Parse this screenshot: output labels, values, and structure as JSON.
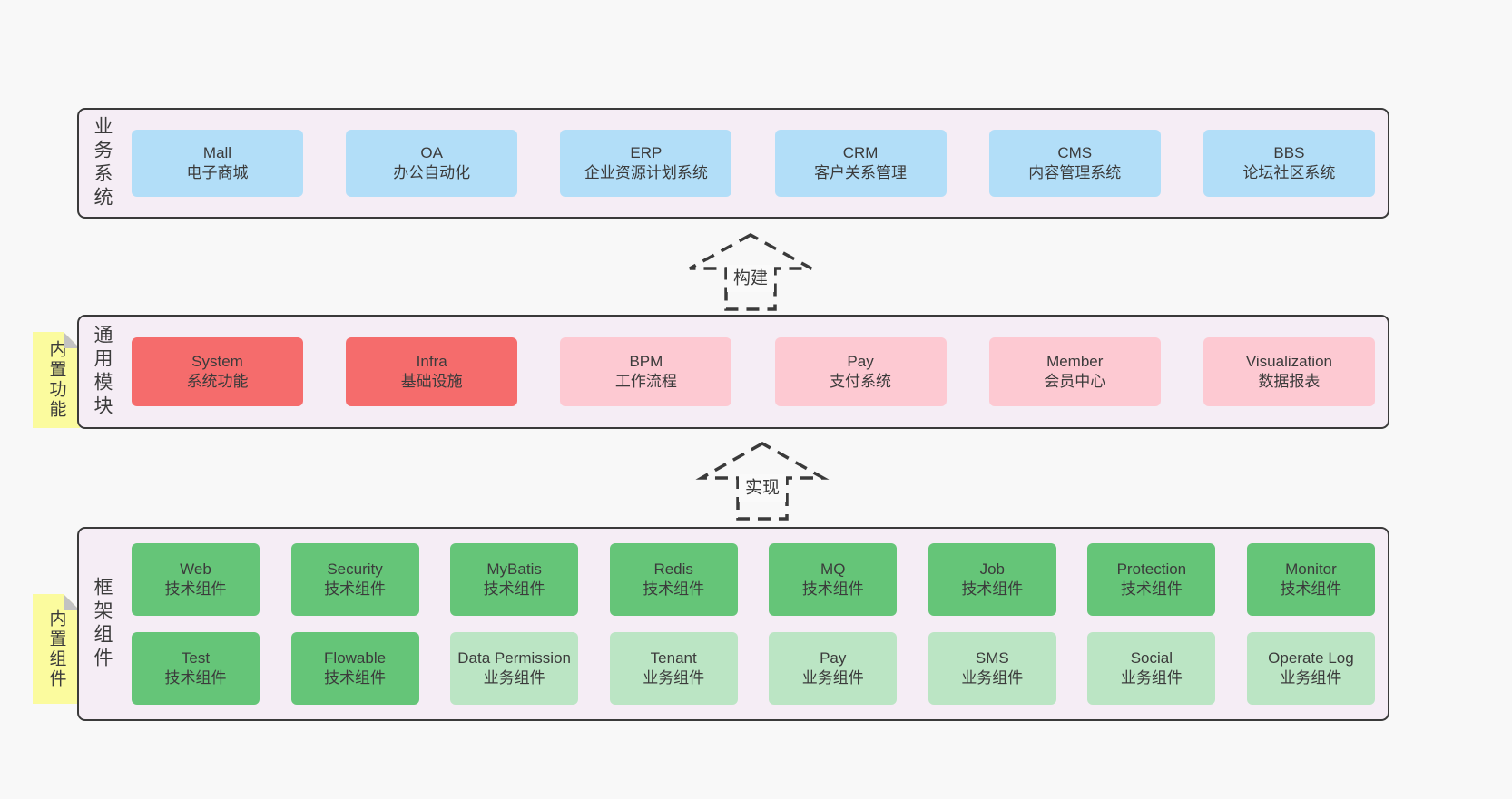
{
  "colors": {
    "background": "#f8f8f8",
    "panel_bg": "#f5edf5",
    "panel_border": "#3a3a3a",
    "blue_box": "#b2def8",
    "red_box": "#f56c6c",
    "pink_box": "#fdc9d2",
    "green_box": "#65c578",
    "light_green_box": "#bbe5c4",
    "sticky_yellow": "#fbfb9e",
    "fold_gray": "#c2c2c2",
    "text": "#3b3b3b"
  },
  "layers": [
    {
      "label": "业务系统",
      "items": [
        {
          "en": "Mall",
          "zh": "电子商城",
          "type": "blue"
        },
        {
          "en": "OA",
          "zh": "办公自动化",
          "type": "blue"
        },
        {
          "en": "ERP",
          "zh": "企业资源计划系统",
          "type": "blue"
        },
        {
          "en": "CRM",
          "zh": "客户关系管理",
          "type": "blue"
        },
        {
          "en": "CMS",
          "zh": "内容管理系统",
          "type": "blue"
        },
        {
          "en": "BBS",
          "zh": "论坛社区系统",
          "type": "blue"
        }
      ]
    },
    {
      "label": "通用模块",
      "sticky": "内置功能",
      "items": [
        {
          "en": "System",
          "zh": "系统功能",
          "type": "red"
        },
        {
          "en": "Infra",
          "zh": "基础设施",
          "type": "red"
        },
        {
          "en": "BPM",
          "zh": "工作流程",
          "type": "pink"
        },
        {
          "en": "Pay",
          "zh": "支付系统",
          "type": "pink"
        },
        {
          "en": "Member",
          "zh": "会员中心",
          "type": "pink"
        },
        {
          "en": "Visualization",
          "zh": "数据报表",
          "type": "pink"
        }
      ]
    },
    {
      "label": "框架组件",
      "sticky": "内置组件",
      "rows": [
        [
          {
            "en": "Web",
            "zh": "技术组件",
            "type": "green"
          },
          {
            "en": "Security",
            "zh": "技术组件",
            "type": "green"
          },
          {
            "en": "MyBatis",
            "zh": "技术组件",
            "type": "green"
          },
          {
            "en": "Redis",
            "zh": "技术组件",
            "type": "green"
          },
          {
            "en": "MQ",
            "zh": "技术组件",
            "type": "green"
          },
          {
            "en": "Job",
            "zh": "技术组件",
            "type": "green"
          },
          {
            "en": "Protection",
            "zh": "技术组件",
            "type": "green"
          },
          {
            "en": "Monitor",
            "zh": "技术组件",
            "type": "green"
          }
        ],
        [
          {
            "en": "Test",
            "zh": "技术组件",
            "type": "green"
          },
          {
            "en": "Flowable",
            "zh": "技术组件",
            "type": "green"
          },
          {
            "en": "Data Permission",
            "zh": "业务组件",
            "type": "lightgreen"
          },
          {
            "en": "Tenant",
            "zh": "业务组件",
            "type": "lightgreen"
          },
          {
            "en": "Pay",
            "zh": "业务组件",
            "type": "lightgreen"
          },
          {
            "en": "SMS",
            "zh": "业务组件",
            "type": "lightgreen"
          },
          {
            "en": "Social",
            "zh": "业务组件",
            "type": "lightgreen"
          },
          {
            "en": "Operate Log",
            "zh": "业务组件",
            "type": "lightgreen"
          }
        ]
      ]
    }
  ],
  "arrows": [
    {
      "label": "构建"
    },
    {
      "label": "实现"
    }
  ]
}
